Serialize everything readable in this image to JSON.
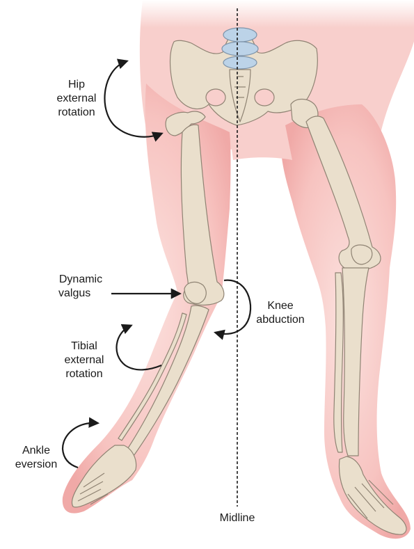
{
  "labels": {
    "hip_external_rotation": [
      "Hip",
      "external",
      "rotation"
    ],
    "dynamic_valgus": [
      "Dynamic",
      "valgus"
    ],
    "knee_abduction": [
      "Knee",
      "abduction"
    ],
    "tibial_external_rotation": [
      "Tibial",
      "external",
      "rotation"
    ],
    "ankle_eversion": [
      "Ankle",
      "eversion"
    ],
    "midline": "Midline"
  },
  "colors": {
    "skin": "#f7c7c4",
    "skin_edge": "#ef9f9d",
    "bone": "#eadfcc",
    "bone_edge": "#8f8373",
    "spine_blue": "#bcd3e8",
    "ink": "#1a1a1a"
  }
}
